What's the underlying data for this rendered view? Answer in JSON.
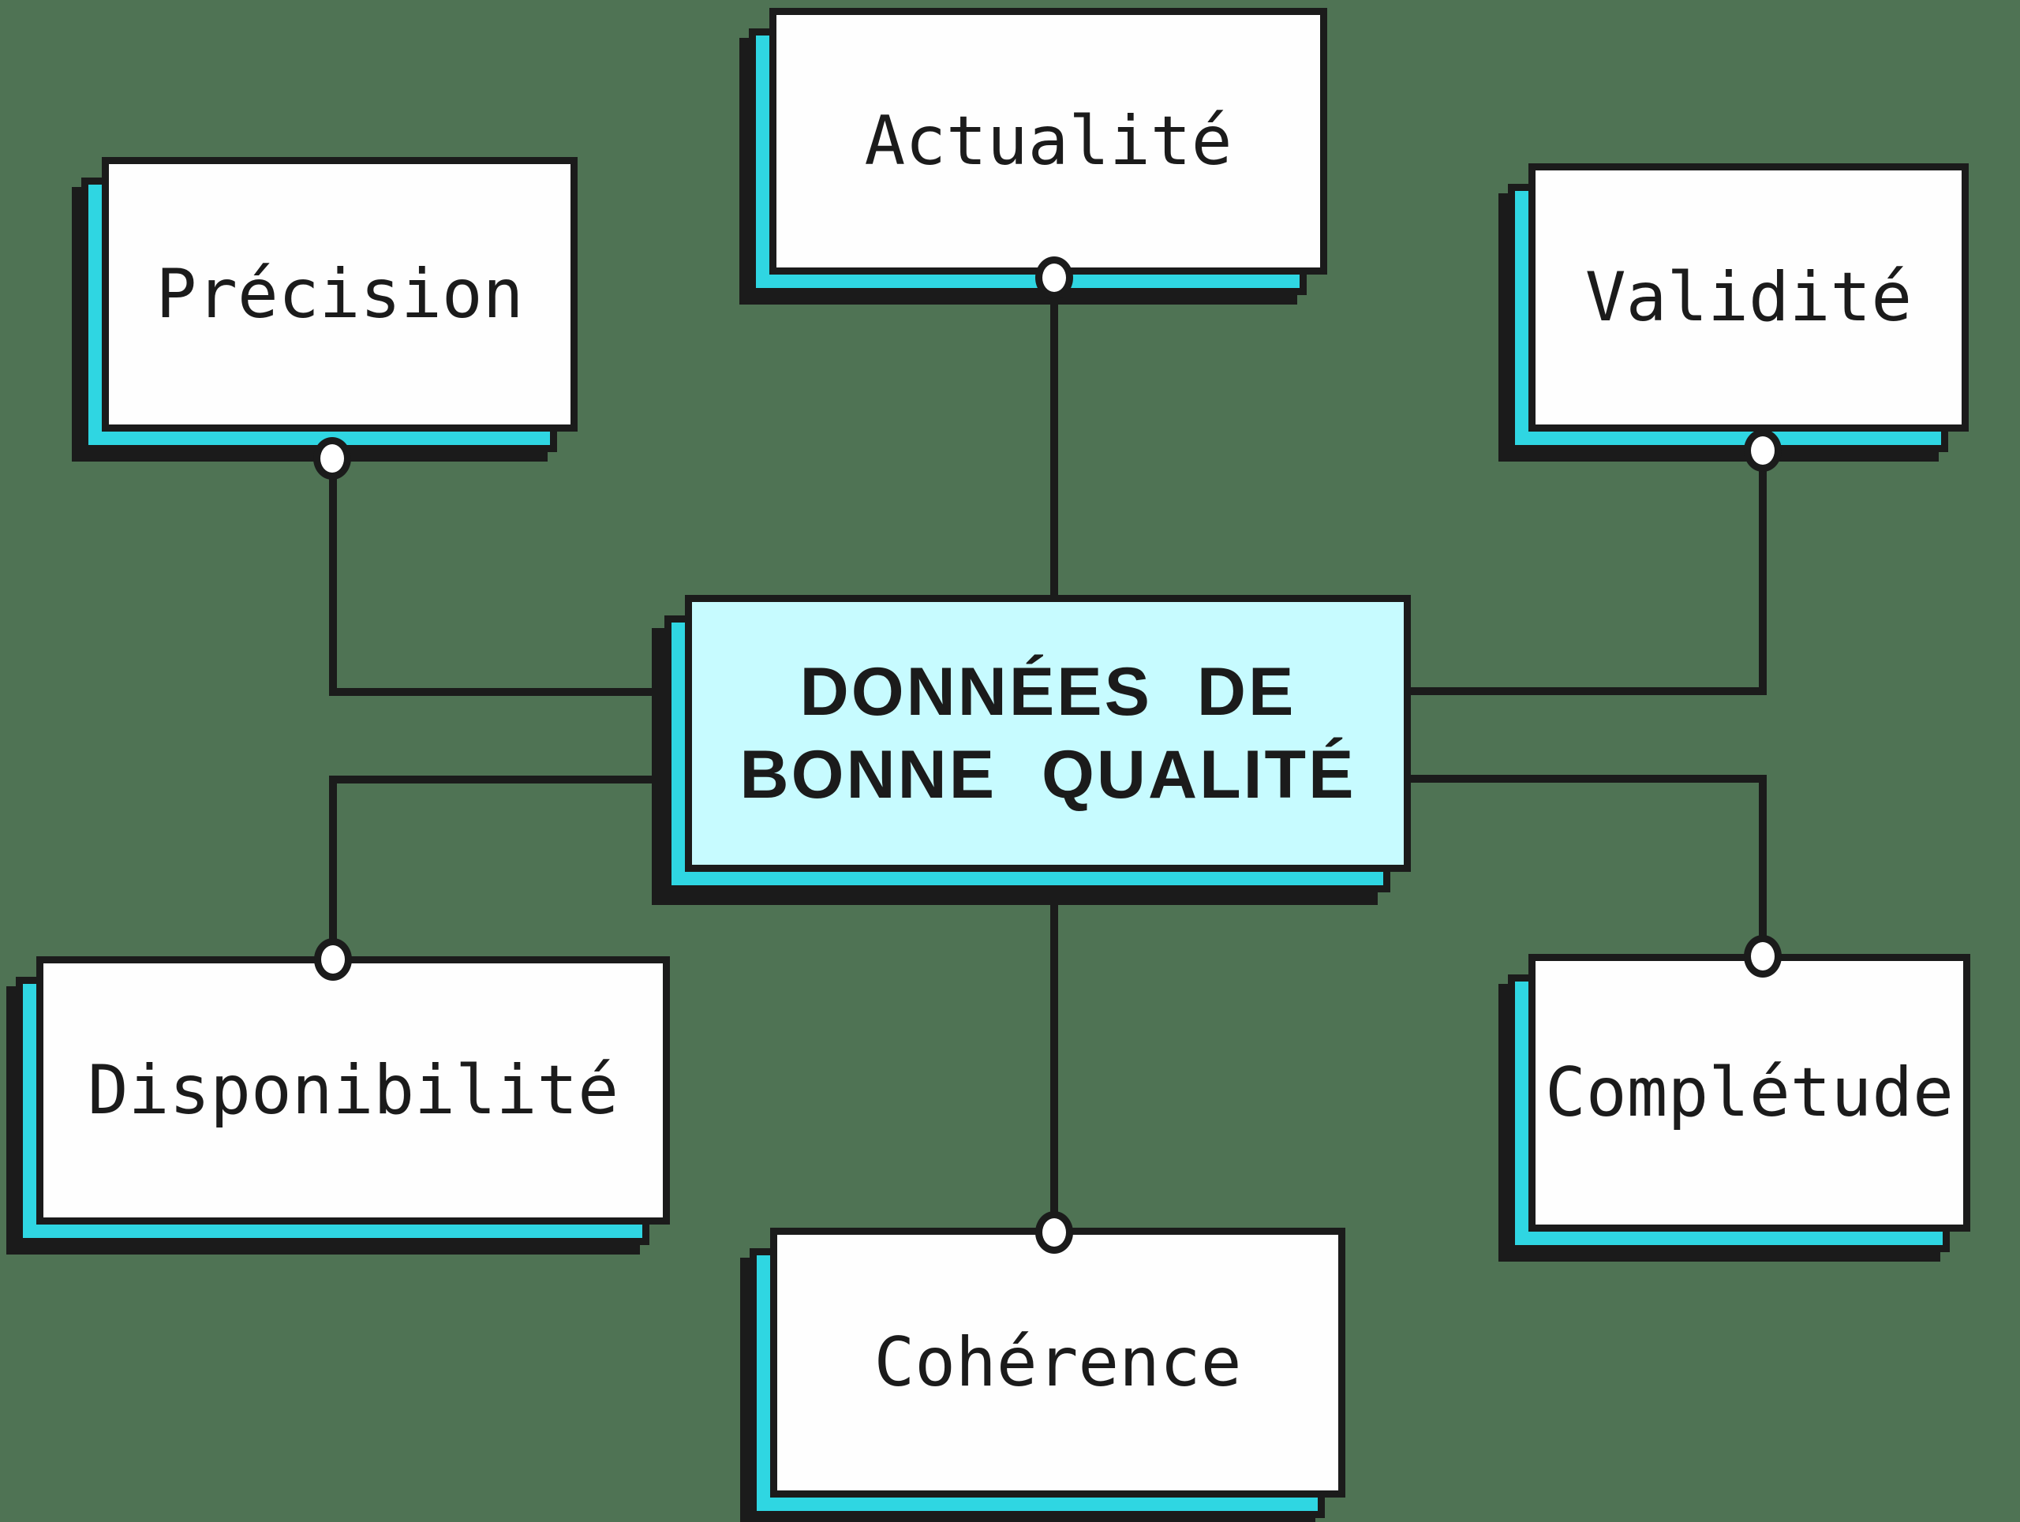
{
  "diagram": {
    "center": {
      "label_line1": "DONNÉES DE",
      "label_line2": "BONNE QUALITÉ"
    },
    "nodes": [
      {
        "id": "precision",
        "label": "Précision"
      },
      {
        "id": "actualite",
        "label": "Actualité"
      },
      {
        "id": "validite",
        "label": "Validité"
      },
      {
        "id": "disponibilite",
        "label": "Disponibilité"
      },
      {
        "id": "coherence",
        "label": "Cohérence"
      },
      {
        "id": "completude",
        "label": "Complétude"
      }
    ],
    "colors": {
      "background": "#4f7354",
      "accent_cyan": "#2fd6e2",
      "center_fill": "#c7fbff",
      "node_fill": "#fefefe",
      "ink": "#1b1b1b"
    }
  }
}
